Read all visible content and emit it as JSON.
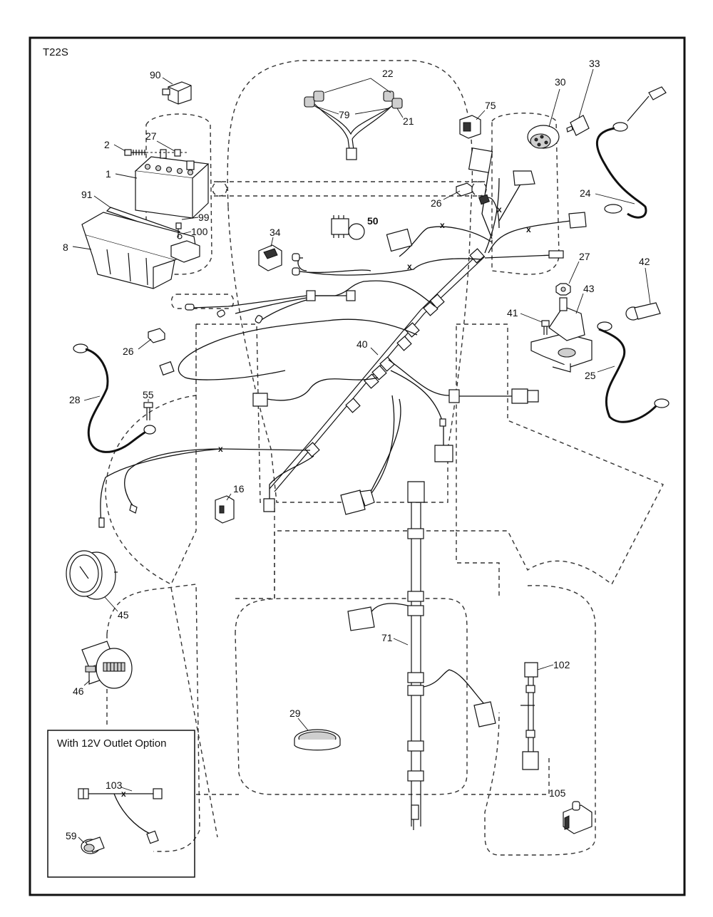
{
  "model_code": "T22S",
  "option_box_title": "With 12V Outlet Option",
  "callouts": {
    "c1": "1",
    "c2": "2",
    "c8": "8",
    "c16": "16",
    "c21": "21",
    "c22": "22",
    "c24": "24",
    "c25": "25",
    "c26a": "26",
    "c26b": "26",
    "c27a": "27",
    "c27b": "27",
    "c28": "28",
    "c29": "29",
    "c30": "30",
    "c33": "33",
    "c34": "34",
    "c40": "40",
    "c41": "41",
    "c42": "42",
    "c43": "43",
    "c45": "45",
    "c46": "46",
    "c50": "50",
    "c55": "55",
    "c59": "59",
    "c71": "71",
    "c75": "75",
    "c79": "79",
    "c90": "90",
    "c91": "91",
    "c99": "99",
    "c100": "100",
    "c102": "102",
    "c103": "103",
    "c105": "105"
  }
}
